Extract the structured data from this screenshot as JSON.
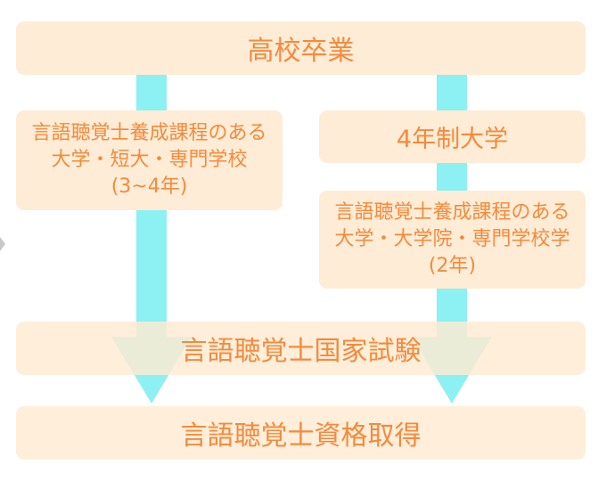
{
  "steps": {
    "graduation": "高校卒業",
    "left_school": [
      "言語聴覚士養成課程のある",
      "大学・短大・専門学校",
      "(3~4年)"
    ],
    "university": "4年制大学",
    "right_school": [
      "言語聴覚士養成課程のある",
      "大学・大学院・専門学校学",
      "(2年)"
    ],
    "exam": "言語聴覚士国家試験",
    "qualification": "言語聴覚士資格取得"
  },
  "colors": {
    "box": "#ffecd6",
    "text": "#f58a3c",
    "arrow": "#8df0f2"
  }
}
